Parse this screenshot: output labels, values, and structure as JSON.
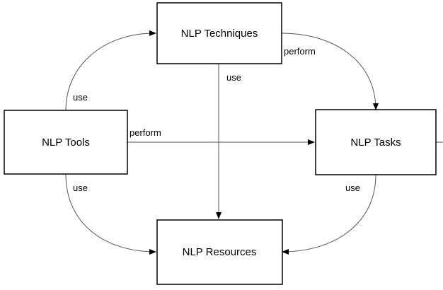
{
  "nodes": {
    "techniques": "NLP Techniques",
    "tools": "NLP Tools",
    "tasks": "NLP Tasks",
    "resources": "NLP Resources"
  },
  "edges": {
    "tools_to_techniques": "use",
    "tools_to_tasks": "perform",
    "tools_to_resources": "use",
    "techniques_to_tasks": "perform",
    "techniques_to_resources": "use",
    "tasks_to_resources": "use"
  }
}
